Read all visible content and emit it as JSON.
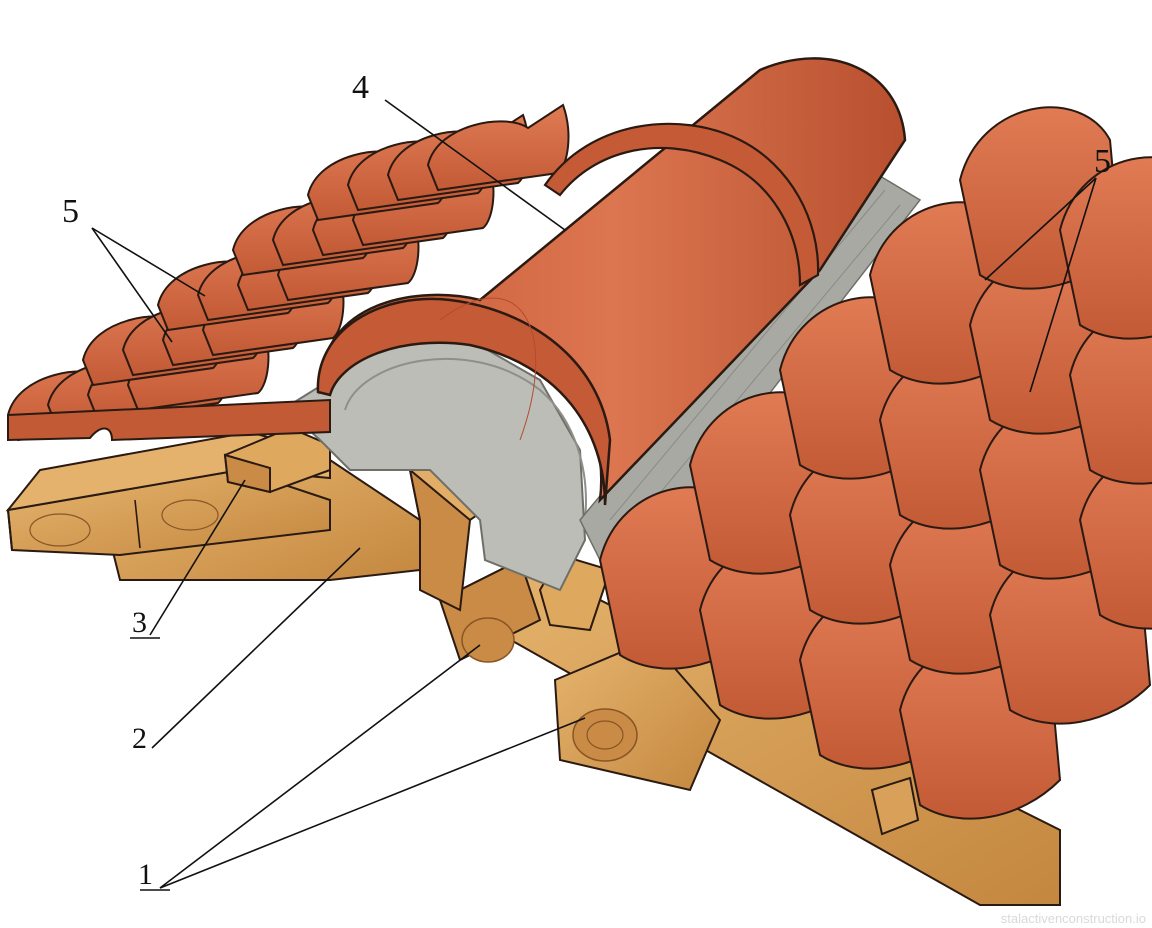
{
  "diagram": {
    "callouts": [
      {
        "id": "c4",
        "label": "4"
      },
      {
        "id": "c5-left",
        "label": "5"
      },
      {
        "id": "c5-right",
        "label": "5"
      },
      {
        "id": "c3",
        "label": "3"
      },
      {
        "id": "c2",
        "label": "2"
      },
      {
        "id": "c1",
        "label": "1"
      }
    ],
    "watermark": "stalactivenconstruction.io"
  },
  "colors": {
    "tile": "#d46a45",
    "tile_dark": "#a84628",
    "tile_light": "#e8865f",
    "mortar": "#bdbdb8",
    "mortar_dark": "#8f8f8a",
    "wood": "#d9a05a",
    "wood_dark": "#a86b2c",
    "outline": "#2a1a12"
  }
}
